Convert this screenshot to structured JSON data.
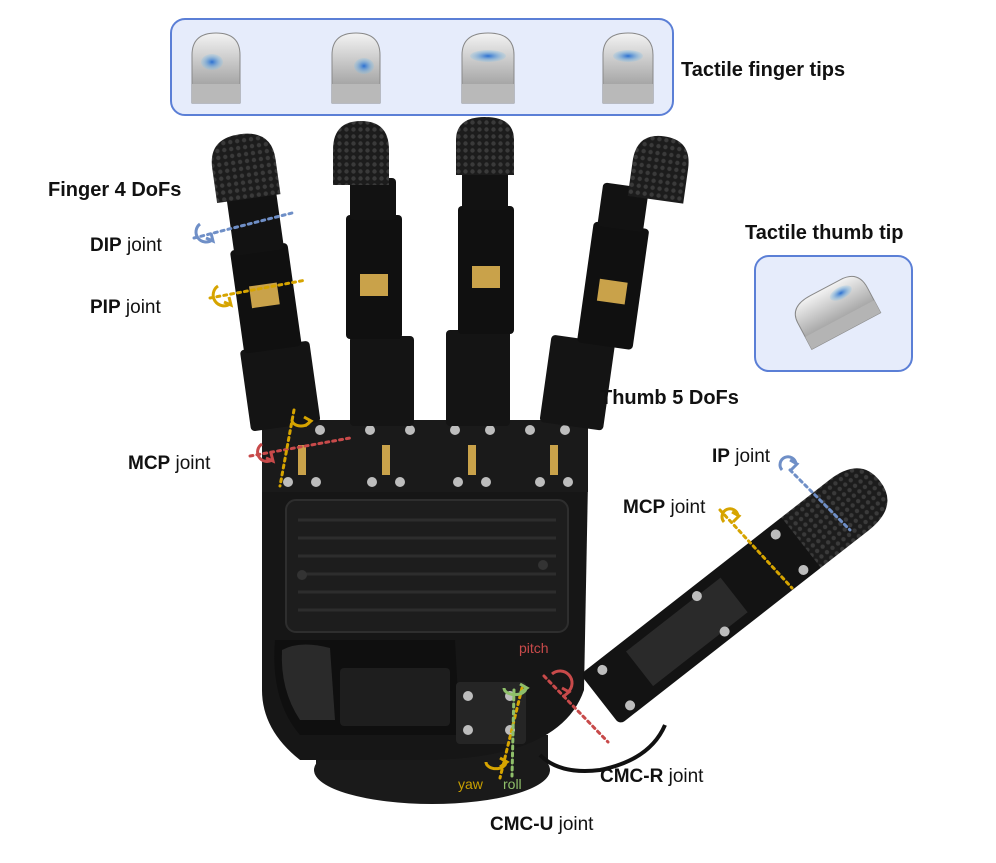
{
  "headings": {
    "tactile_finger_tips": "Tactile finger tips",
    "tactile_thumb_tip": "Tactile thumb tip",
    "finger_dofs": "Finger 4 DoFs",
    "thumb_dofs": "Thumb 5 DoFs"
  },
  "joint_word": "joint",
  "joints": {
    "dip": "DIP",
    "pip": "PIP",
    "mcp_finger": "MCP",
    "ip": "IP",
    "mcp_thumb": "MCP",
    "cmc_r": "CMC-R",
    "cmc_u": "CMC-U"
  },
  "axes": {
    "pitch": "pitch",
    "yaw": "yaw",
    "roll": "roll"
  },
  "colors": {
    "panel_border": "#5b7fd6",
    "panel_fill": "#e6ecfb",
    "blue_axis": "#6f8fc7",
    "yellow_axis": "#d6a400",
    "red_axis": "#c84a4a",
    "green_axis": "#8fbf6a",
    "hand_black": "#141414",
    "sensor_blue": "#3a7fd0"
  }
}
